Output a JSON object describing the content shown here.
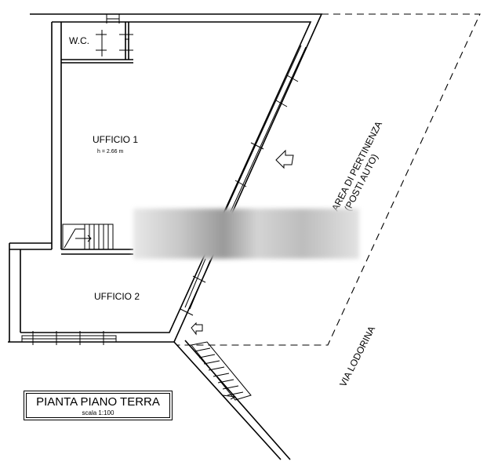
{
  "rooms": {
    "wc": "W.C.",
    "office1": "UFFICIO 1",
    "office1_height": "h = 2.66 m",
    "office2": "UFFICIO 2"
  },
  "annotations": {
    "pertinence_line1": "AREA DI PERTINENZA",
    "pertinence_line2": "(POSTI AUTO)",
    "street": "VIA LODORINA"
  },
  "title_block": {
    "title": "PIANTA PIANO TERRA",
    "scale": "scala 1:100"
  },
  "redaction": {
    "color": "#b8b8b8"
  }
}
